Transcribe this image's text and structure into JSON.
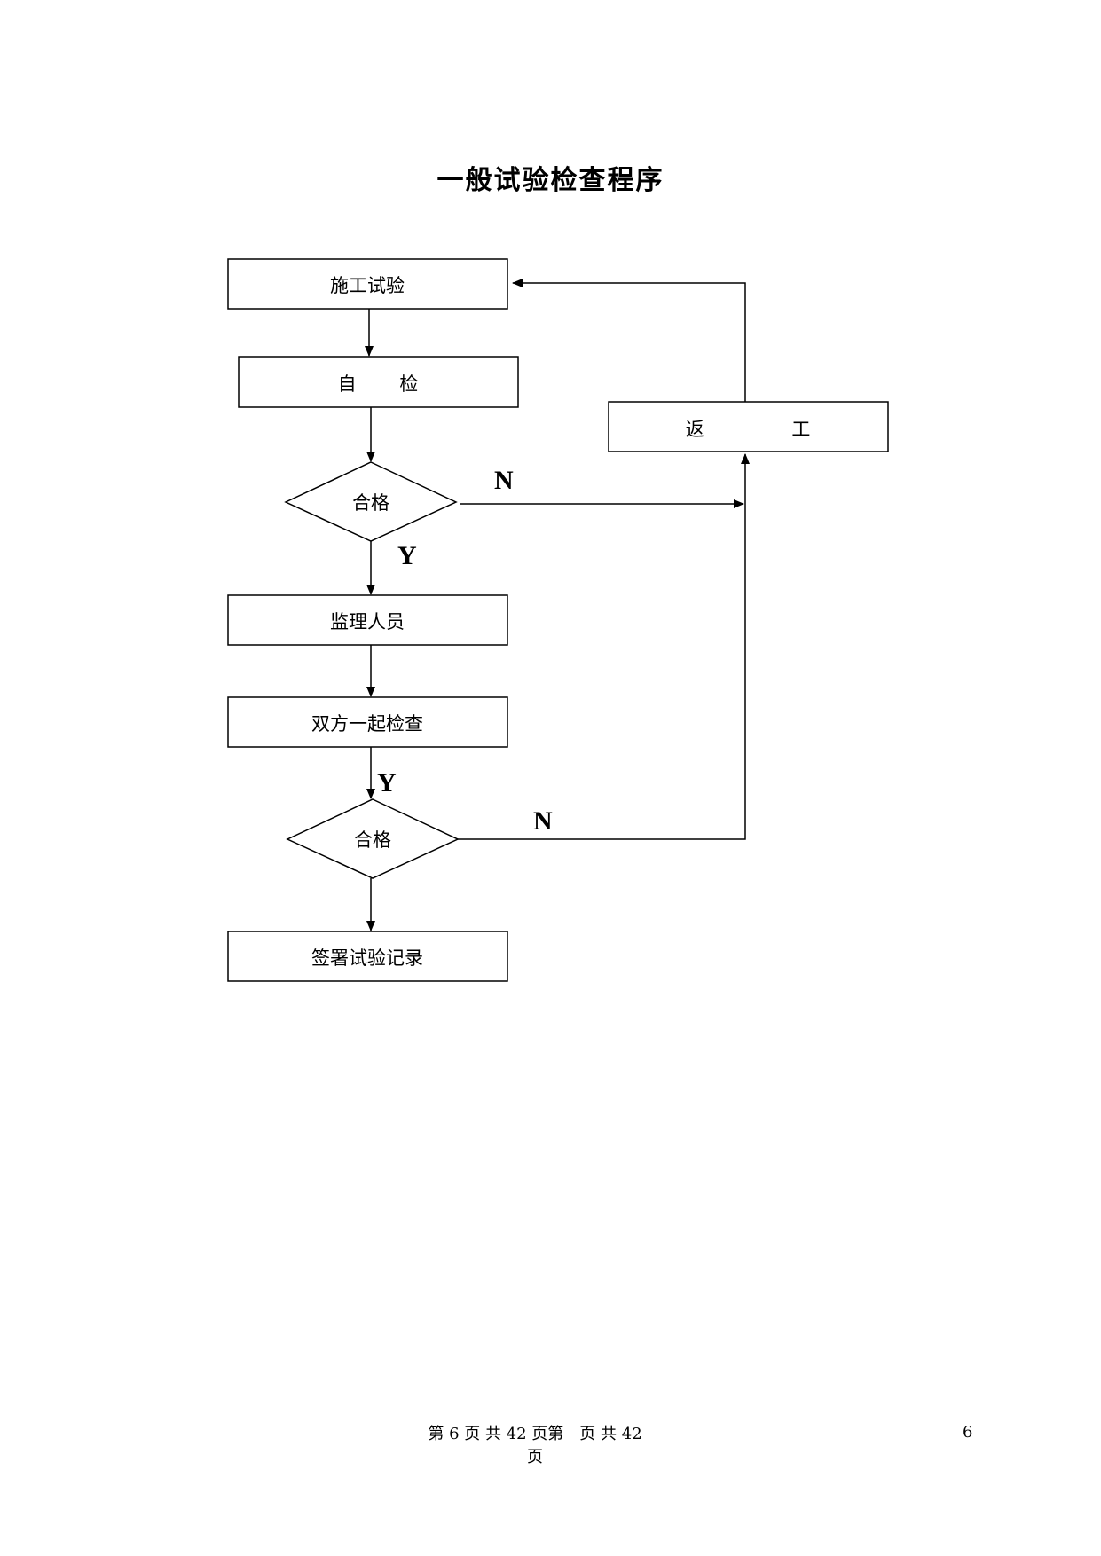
{
  "title": "一般试验检查程序",
  "nodes": {
    "construction_test": "施工试验",
    "self_check": "自 检",
    "decision_1": "合格",
    "supervisor": "监理人员",
    "joint_check": "双方一起检查",
    "decision_2": "合格",
    "sign_record": "签署试验记录",
    "rework": "返 工"
  },
  "branch_labels": {
    "no_1": "N",
    "yes_1": "Y",
    "yes_2": "Y",
    "no_2": "N"
  },
  "footer": {
    "line1": "第 6 页 共 42 页第　页 共 42",
    "line2": "页",
    "page_number": "6"
  }
}
